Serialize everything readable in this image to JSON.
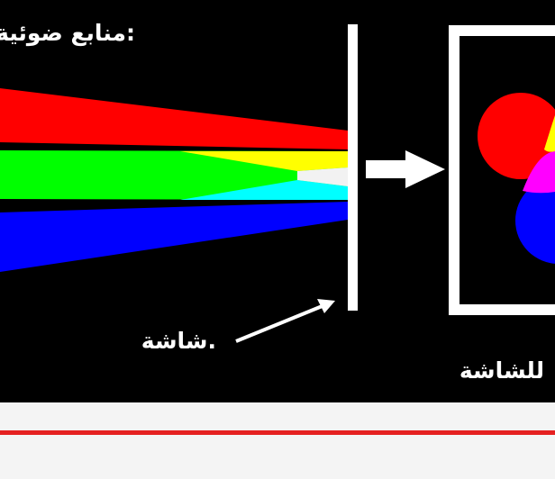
{
  "figure": {
    "sources_label": "منابع ضوئية:",
    "screen_label": "شاشة.",
    "screen_view_label": "للشاشة",
    "colors": {
      "background": "#000000",
      "page": "#f4f4f4",
      "red": "#ff0000",
      "green": "#00ff00",
      "blue": "#0000ff",
      "yellow": "#ffff00",
      "cyan": "#00ffff",
      "magenta": "#ff00ff",
      "white": "#ffffff",
      "rule": "#e52020"
    },
    "icons": {
      "screen": "vertical-white-bar",
      "arrow": "right-arrow-icon",
      "pointer": "pointer-arrow-icon"
    }
  }
}
